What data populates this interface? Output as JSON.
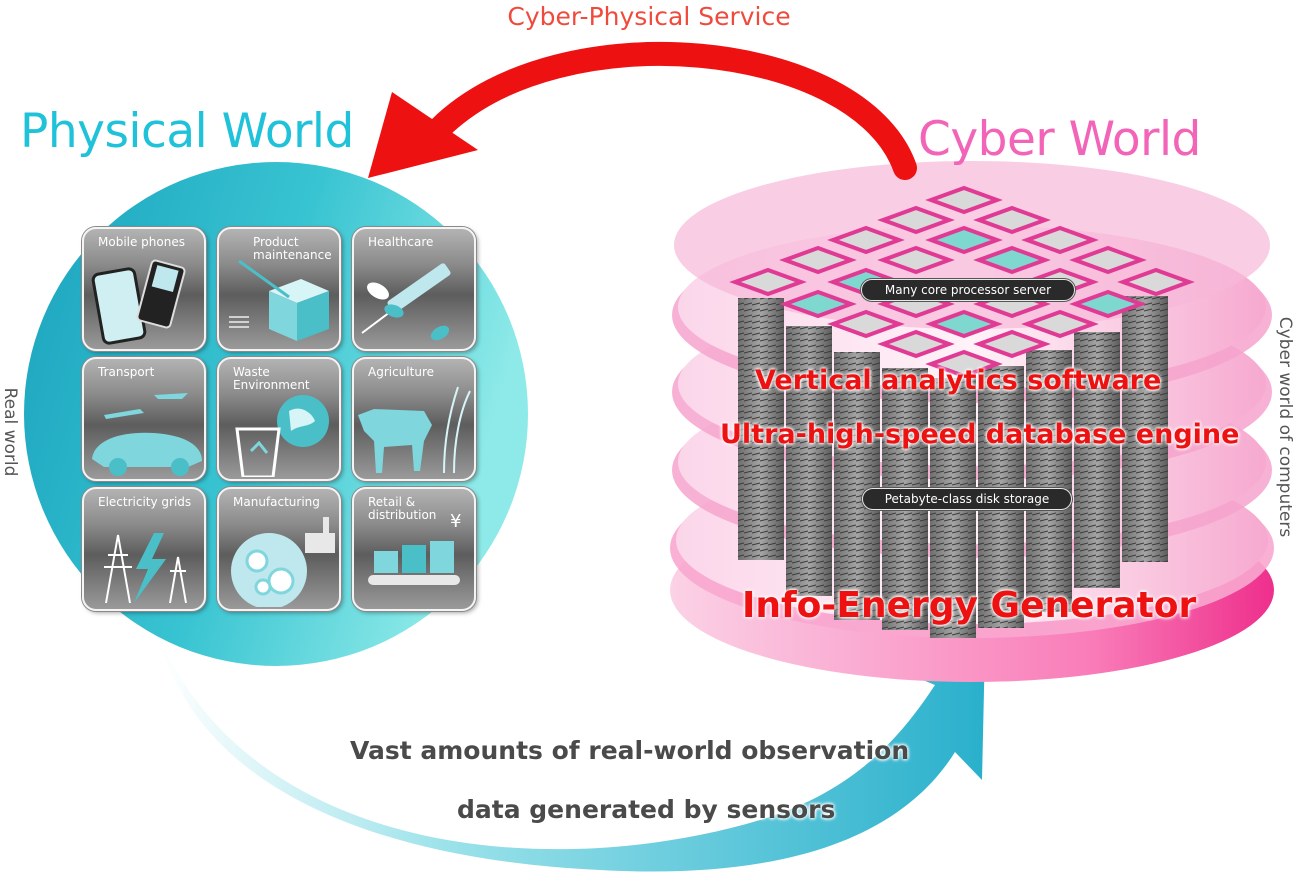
{
  "header": {
    "service_label": "Cyber-Physical  Service"
  },
  "physical": {
    "title": "Physical World",
    "side_label": "Real world",
    "tiles": [
      {
        "label": "Mobile phones",
        "icon": "mobile-phones-icon"
      },
      {
        "label": "Product\nmaintenance",
        "icon": "product-maintenance-icon"
      },
      {
        "label": "Healthcare",
        "icon": "healthcare-icon"
      },
      {
        "label": "Transport",
        "icon": "transport-icon"
      },
      {
        "label": "Waste\nEnvironment",
        "icon": "waste-environment-icon"
      },
      {
        "label": "Agriculture",
        "icon": "agriculture-icon"
      },
      {
        "label": "Electricity grids",
        "icon": "electricity-grids-icon"
      },
      {
        "label": "Manufacturing",
        "icon": "manufacturing-icon"
      },
      {
        "label": "Retail &\ndistribution",
        "icon": "retail-distribution-icon"
      }
    ]
  },
  "cyber": {
    "title": "Cyber World",
    "side_label": "Cyber world of computers",
    "processor_label": "Many core processor server",
    "storage_label": "Petabyte-class disk storage",
    "software_label": "Vertical analytics software",
    "database_label": "Ultra-high-speed database engine",
    "generator_label": "Info-Energy Generator"
  },
  "flow": {
    "line1": "Vast amounts of real-world observation",
    "line2": "data generated by sensors"
  },
  "colors": {
    "service_arrow": "#ee1111",
    "physical_accent": "#1fc2d9",
    "cyber_accent": "#f264b8"
  }
}
